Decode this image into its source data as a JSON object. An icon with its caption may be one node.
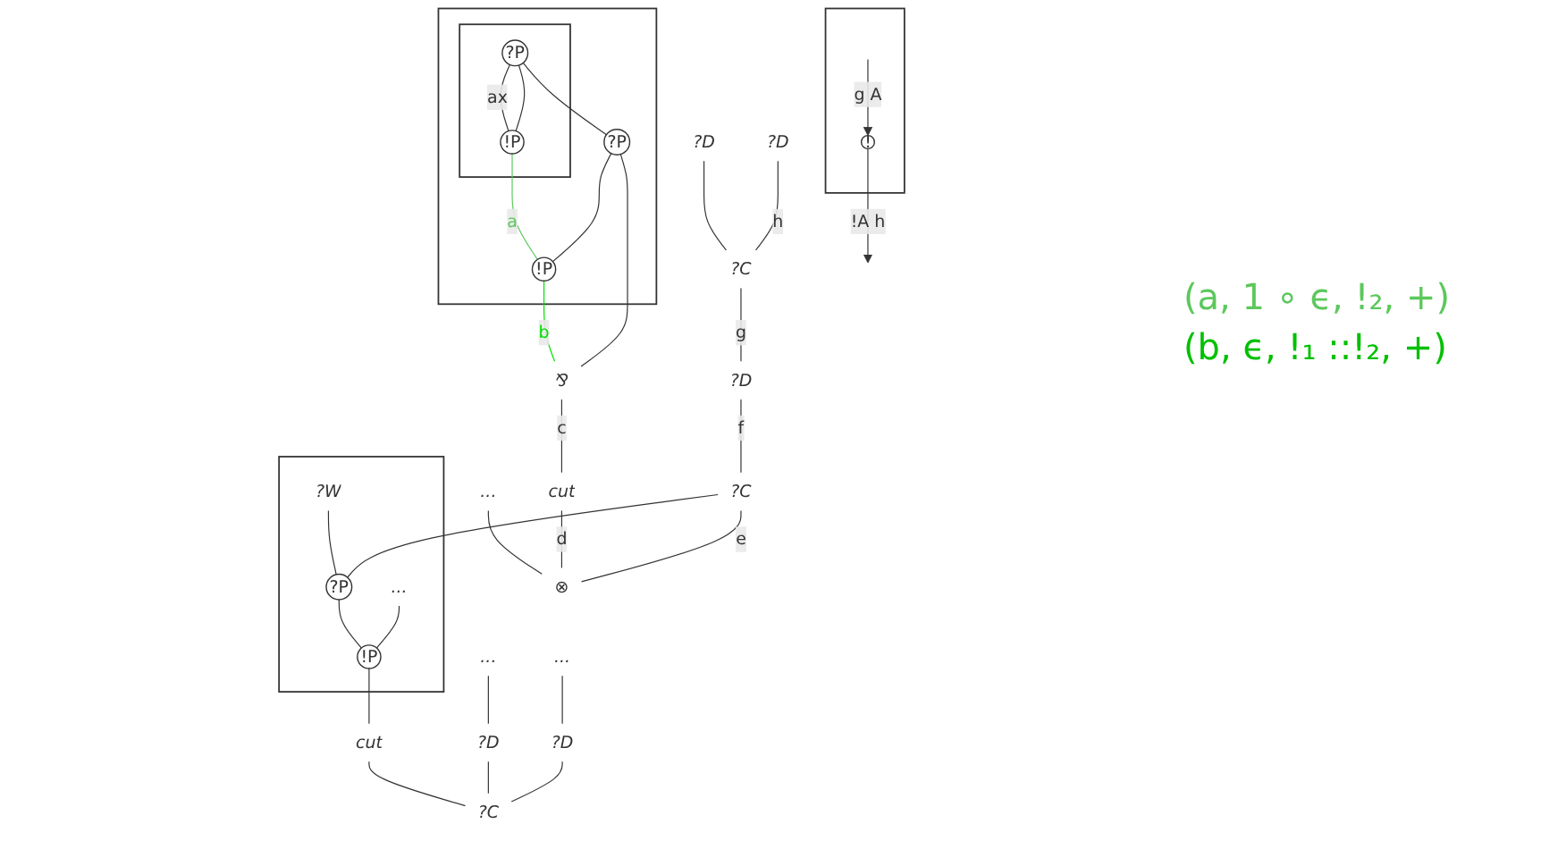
{
  "diagram": {
    "nodes": [
      {
        "text": [],
        "shape": "box"
      },
      {
        "text": [],
        "shape": "box",
        "in": 0
      },
      {
        "text": [
          "?P"
        ],
        "in": 1
      },
      {
        "text": [
          "!P"
        ],
        "in": 1
      },
      {
        "text": [
          "?P"
        ],
        "in": 0
      },
      {
        "text": [
          "!P"
        ],
        "in": 0
      },
      {
        "text": [
          "⅋"
        ]
      },
      {
        "text": [
          "cut"
        ]
      },
      {
        "text": [
          "..."
        ]
      },
      {
        "text": [
          "⊗"
        ]
      },
      {
        "text": [
          "?D"
        ]
      },
      {
        "text": [
          "?D"
        ]
      },
      {
        "text": [
          "?C"
        ]
      },
      {
        "text": [
          "?D"
        ]
      },
      {
        "text": [
          "?C"
        ]
      },
      {
        "text": [],
        "shape": "box"
      },
      {
        "text": [
          "?W"
        ],
        "in": 15
      },
      {
        "text": [
          "?P"
        ],
        "in": 15
      },
      {
        "text": [
          "..."
        ],
        "in": 15
      },
      {
        "text": [
          "!P"
        ],
        "in": 15
      },
      {
        "text": [
          "cut"
        ]
      },
      {
        "text": [
          "..."
        ]
      },
      {
        "text": [
          "..."
        ]
      },
      {
        "text": [
          "?D"
        ]
      },
      {
        "text": [
          "?D"
        ]
      },
      {
        "text": [
          "?C"
        ]
      },
      {
        "text": [],
        "shape": "box"
      },
      {
        "text": [
          "!"
        ],
        "in": 26
      }
    ],
    "edges": [
      {
        "from": 2,
        "to": 3,
        "arrow": "none",
        "label": "ax"
      },
      {
        "from": 2,
        "to": 3,
        "arrow": "none"
      },
      {
        "from": 2,
        "to": 4,
        "arrow": "none"
      },
      {
        "from": 3,
        "to": 5,
        "arrow": "none",
        "label": "a",
        "color": "#5cc85c"
      },
      {
        "from": 4,
        "to": 5,
        "arrow": "none"
      },
      {
        "from": 4,
        "to": 6,
        "arrow": "none"
      },
      {
        "from": 5,
        "to": 6,
        "arrow": "none",
        "label": "b",
        "color": "#00e000"
      },
      {
        "from": 6,
        "to": 7,
        "arrow": "none",
        "label": "c"
      },
      {
        "from": 7,
        "to": 9,
        "arrow": "none",
        "label": "d"
      },
      {
        "from": 8,
        "to": 9,
        "arrow": "none"
      },
      {
        "from": 14,
        "to": 9,
        "arrow": "none",
        "label": "e"
      },
      {
        "from": 10,
        "to": 12,
        "arrow": "none"
      },
      {
        "from": 11,
        "to": 12,
        "arrow": "none",
        "label": "h"
      },
      {
        "from": 12,
        "to": 13,
        "arrow": "none",
        "label": "g"
      },
      {
        "from": 13,
        "to": 14,
        "arrow": "none",
        "label": "f"
      },
      {
        "from": 14,
        "to": 17,
        "arrow": "none"
      },
      {
        "from": 16,
        "to": 17,
        "arrow": "none"
      },
      {
        "from": 17,
        "to": 19,
        "arrow": "none"
      },
      {
        "from": 18,
        "to": 19,
        "arrow": "none"
      },
      {
        "from": 19,
        "to": 20,
        "arrow": "none"
      },
      {
        "from": 20,
        "to": 25,
        "arrow": "none"
      },
      {
        "from": 21,
        "to": 23,
        "arrow": "none"
      },
      {
        "from": 22,
        "to": 24,
        "arrow": "none"
      },
      {
        "from": 23,
        "to": 25,
        "arrow": "none"
      },
      {
        "from": 24,
        "to": 25,
        "arrow": "none"
      },
      {
        "from": null,
        "to": 27,
        "arrow": "to",
        "label": "g A"
      },
      {
        "from": 27,
        "to": null,
        "arrow": "to",
        "label": "!A h"
      }
    ],
    "labels": [
      "(a, 1 ∘ ϵ, !₂, +)",
      "(b, ϵ, !₁ ::!₂, +)"
    ]
  }
}
